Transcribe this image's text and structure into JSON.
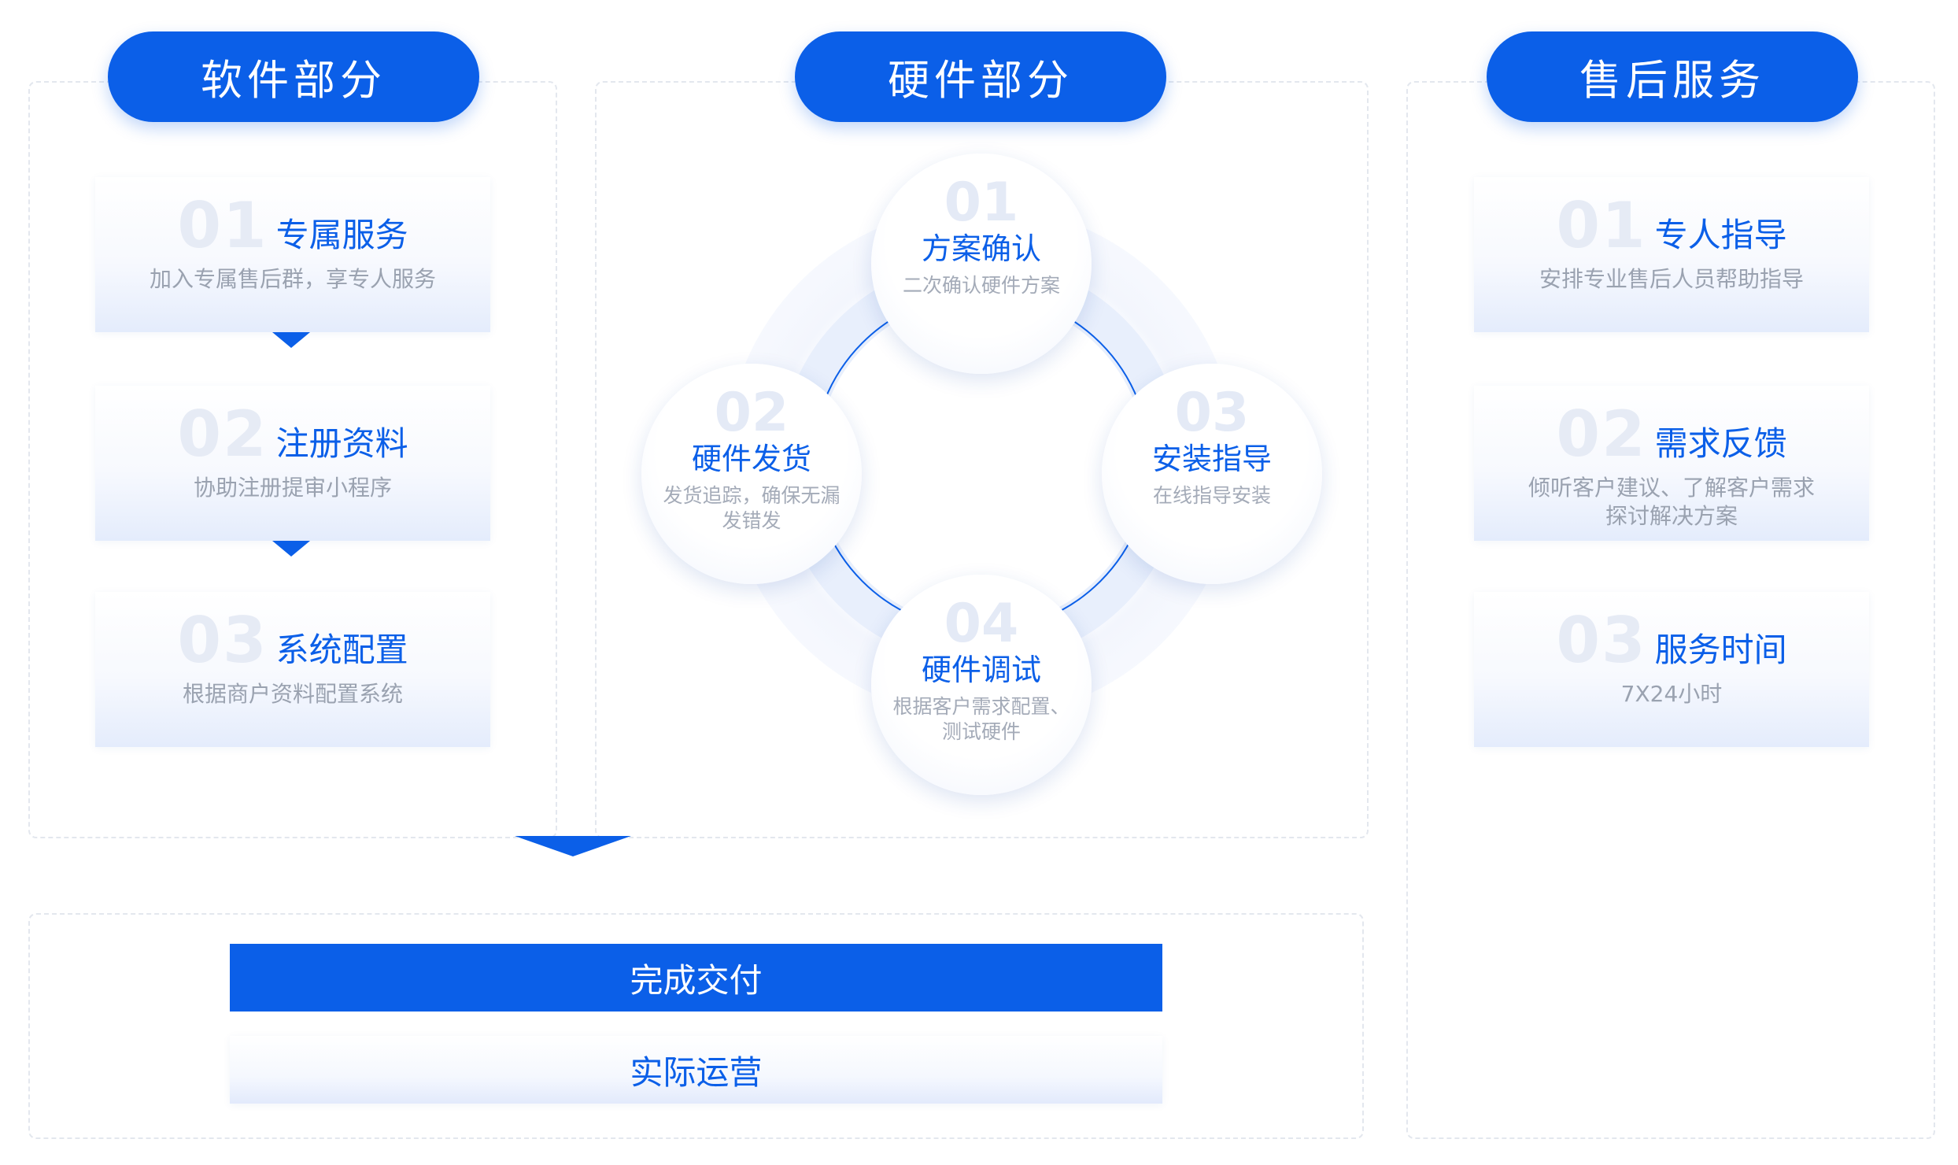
{
  "software": {
    "title": "软件部分",
    "steps": [
      {
        "num": "01",
        "title": "专属服务",
        "desc": "加入专属售后群，享专人服务"
      },
      {
        "num": "02",
        "title": "注册资料",
        "desc": "协助注册提审小程序"
      },
      {
        "num": "03",
        "title": "系统配置",
        "desc": "根据商户资料配置系统"
      }
    ]
  },
  "hardware": {
    "title": "硬件部分",
    "steps": [
      {
        "num": "01",
        "title": "方案确认",
        "desc": "二次确认硬件方案"
      },
      {
        "num": "02",
        "title": "硬件发货",
        "desc": "发货追踪，确保无漏发错发"
      },
      {
        "num": "03",
        "title": "安装指导",
        "desc": "在线指导安装"
      },
      {
        "num": "04",
        "title": "硬件调试",
        "desc": "根据客户需求配置、测试硬件"
      }
    ]
  },
  "aftersales": {
    "title": "售后服务",
    "steps": [
      {
        "num": "01",
        "title": "专人指导",
        "desc": "安排专业售后人员帮助指导"
      },
      {
        "num": "02",
        "title": "需求反馈",
        "desc": "倾听客户建议、了解客户需求探讨解决方案"
      },
      {
        "num": "03",
        "title": "服务时间",
        "desc": "7X24小时"
      }
    ]
  },
  "delivery": {
    "primary": "完成交付",
    "secondary": "实际运营"
  },
  "colors": {
    "accent": "#0b5fe8",
    "number": "#e6ebf5",
    "muted_text": "#9aa2b0"
  }
}
